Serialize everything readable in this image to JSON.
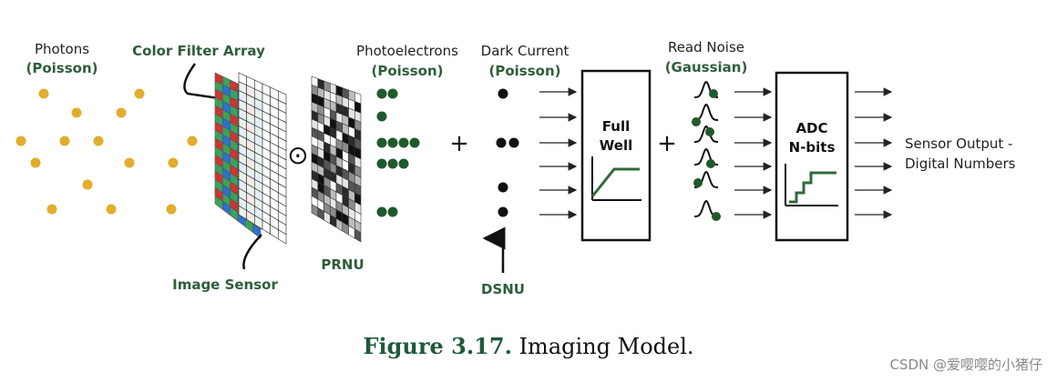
{
  "labels": {
    "photons": "Photons",
    "photons_dist": "(Poisson)",
    "cfa": "Color Filter Array",
    "image_sensor": "Image Sensor",
    "prnu": "PRNU",
    "photoelectrons": "Photoelectrons",
    "photoelectrons_dist": "(Poisson)",
    "plus1": "+",
    "dark_current": "Dark Current",
    "dark_current_dist": "(Poisson)",
    "dsnu": "DSNU",
    "full_well_1": "Full",
    "full_well_2": "Well",
    "plus2": "+",
    "read_noise": "Read Noise",
    "read_noise_dist": "(Gaussian)",
    "adc_1": "ADC",
    "adc_2": "N-bits",
    "output_1": "Sensor Output -",
    "output_2": "Digital Numbers",
    "odot": "⊙"
  },
  "caption": {
    "figure": "Figure 3.17.",
    "text": "Imaging Model."
  },
  "watermark": "CSDN @爱嘤嘤的小猪仔",
  "colors": {
    "photon": "#e2ad2c",
    "green_text": "#2e5e3a",
    "electron": "#1f5a2c",
    "arrow": "#222222"
  }
}
